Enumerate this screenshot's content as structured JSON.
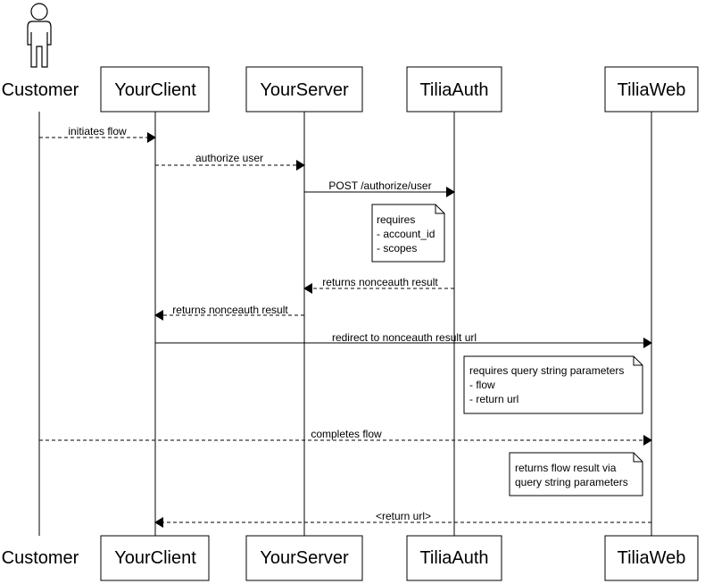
{
  "participants": [
    {
      "id": "customer",
      "label": "Customer",
      "kind": "actor"
    },
    {
      "id": "client",
      "label": "YourClient",
      "kind": "box"
    },
    {
      "id": "server",
      "label": "YourServer",
      "kind": "box"
    },
    {
      "id": "auth",
      "label": "TiliaAuth",
      "kind": "box"
    },
    {
      "id": "web",
      "label": "TiliaWeb",
      "kind": "box"
    }
  ],
  "messages": [
    {
      "from": "customer",
      "to": "client",
      "label": "initiates flow",
      "style": "dashed"
    },
    {
      "from": "client",
      "to": "server",
      "label": "authorize user",
      "style": "dashed"
    },
    {
      "from": "server",
      "to": "auth",
      "label": "POST /authorize/user",
      "style": "solid"
    },
    {
      "from": "auth",
      "to": "server",
      "label": "returns nonceauth result",
      "style": "dashed"
    },
    {
      "from": "server",
      "to": "client",
      "label": "returns nonceauth result",
      "style": "dashed"
    },
    {
      "from": "client",
      "to": "web",
      "label": "redirect to nonceauth result url",
      "style": "solid"
    },
    {
      "from": "customer",
      "to": "web",
      "label": "completes flow",
      "style": "dashed"
    },
    {
      "from": "web",
      "to": "client",
      "label": "<return url>",
      "style": "dashed"
    }
  ],
  "notes": [
    {
      "lines": [
        "requires",
        "- account_id",
        "- scopes"
      ]
    },
    {
      "lines": [
        "requires query string parameters",
        "- flow",
        "- return url"
      ]
    },
    {
      "lines": [
        "returns flow result via",
        "query string parameters"
      ]
    }
  ]
}
